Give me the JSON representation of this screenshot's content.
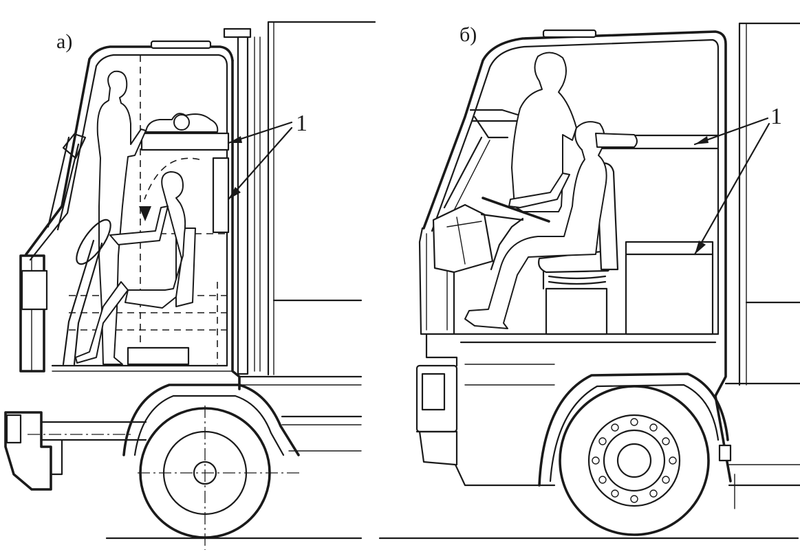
{
  "panels": [
    {
      "label": "а)",
      "callout": "1"
    },
    {
      "label": "б)",
      "callout": "1"
    }
  ]
}
